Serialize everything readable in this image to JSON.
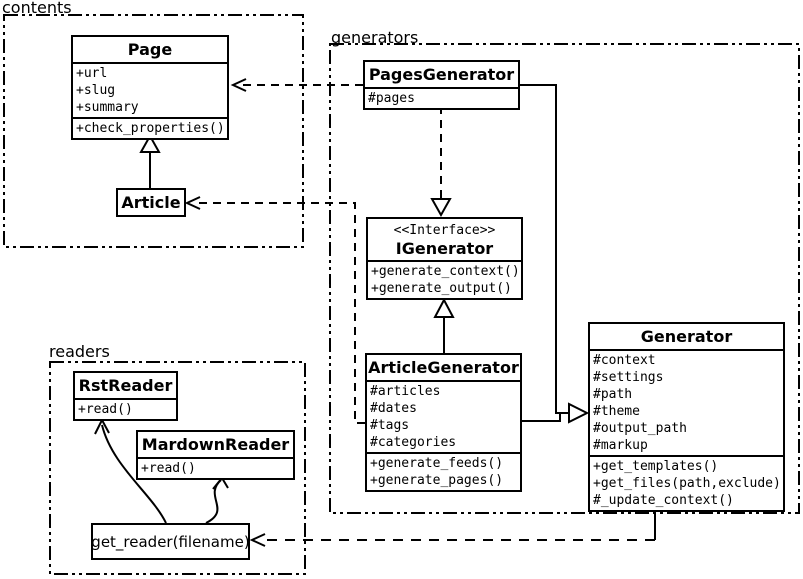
{
  "diagram": {
    "title": "UML class diagram",
    "colors": {
      "stroke": "#000000",
      "background": "#ffffff"
    },
    "packages": {
      "contents": {
        "label": "contents"
      },
      "generators": {
        "label": "generators"
      },
      "readers": {
        "label": "readers"
      }
    },
    "classes": {
      "page": {
        "title": "Page",
        "attrs": [
          "+url",
          "+slug",
          "+summary"
        ],
        "methods": [
          "+check_properties()"
        ]
      },
      "article": {
        "title": "Article"
      },
      "pages_generator": {
        "title": "PagesGenerator",
        "attrs": [
          "#pages"
        ]
      },
      "igenerator": {
        "stereotype": "<<Interface>>",
        "title": "IGenerator",
        "methods": [
          "+generate_context()",
          "+generate_output()"
        ]
      },
      "article_generator": {
        "title": "ArticleGenerator",
        "attrs": [
          "#articles",
          "#dates",
          "#tags",
          "#categories"
        ],
        "methods": [
          "+generate_feeds()",
          "+generate_pages()"
        ]
      },
      "generator": {
        "title": "Generator",
        "attrs": [
          "#context",
          "#settings",
          "#path",
          "#theme",
          "#output_path",
          "#markup"
        ],
        "methods": [
          "+get_templates()",
          "+get_files(path,exclude)",
          "#_update_context()"
        ]
      },
      "rst_reader": {
        "title": "RstReader",
        "methods": [
          "+read()"
        ]
      },
      "mardown_reader": {
        "title": "MardownReader",
        "methods": [
          "+read()"
        ]
      }
    },
    "nodes": {
      "get_reader": {
        "label": "get_reader(filename)"
      }
    },
    "relationships": [
      {
        "from": "Article",
        "to": "Page",
        "type": "inheritance"
      },
      {
        "from": "PagesGenerator",
        "to": "Page",
        "type": "dependency"
      },
      {
        "from": "PagesGenerator",
        "to": "IGenerator",
        "type": "realization"
      },
      {
        "from": "ArticleGenerator",
        "to": "IGenerator",
        "type": "inheritance"
      },
      {
        "from": "ArticleGenerator",
        "to": "Article",
        "type": "dependency"
      },
      {
        "from": "PagesGenerator",
        "to": "Generator",
        "type": "inheritance"
      },
      {
        "from": "ArticleGenerator",
        "to": "Generator",
        "type": "inheritance"
      },
      {
        "from": "Generator",
        "to": "get_reader(filename)",
        "type": "dependency"
      },
      {
        "from": "get_reader(filename)",
        "to": "RstReader",
        "type": "association"
      },
      {
        "from": "get_reader(filename)",
        "to": "MardownReader",
        "type": "association"
      }
    ]
  }
}
